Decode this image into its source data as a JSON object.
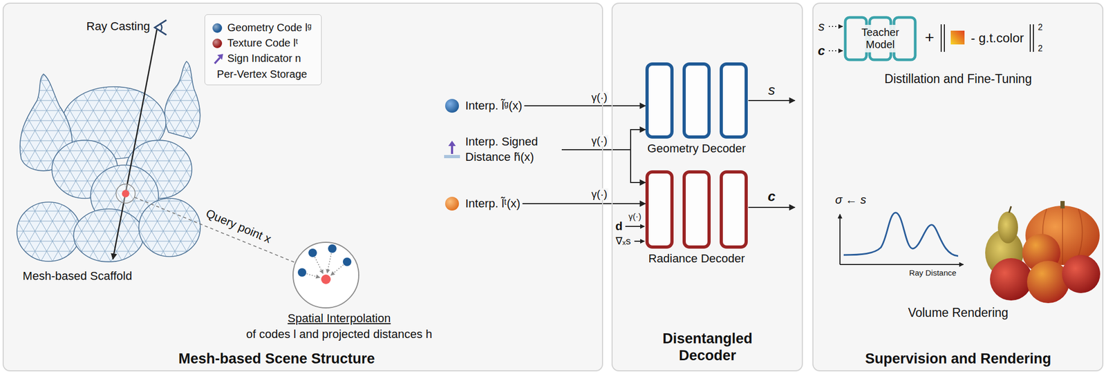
{
  "diagram": {
    "nodes": [
      {
        "text": [
          "Mesh-based Scene Structure"
        ]
      },
      {
        "text": [
          "Per-Vertex Storage"
        ],
        "in": 0
      },
      {
        "text": [
          "Interp. l̃ᵍ(x)"
        ],
        "in": 0
      },
      {
        "text": [
          "Interp. Signed Distance h̃(x)"
        ],
        "in": 0
      },
      {
        "text": [
          "Interp. l̃ᵗ(x)"
        ],
        "in": 0
      },
      {
        "text": [
          "Disentangled Decoder"
        ]
      },
      {
        "text": [
          "Geometry Decoder"
        ],
        "in": 5
      },
      {
        "text": [
          "Radiance Decoder"
        ],
        "in": 5
      },
      {
        "text": [
          "Supervision and Rendering"
        ]
      },
      {
        "text": [
          "Teacher Model"
        ],
        "in": 8
      }
    ],
    "edges": [
      {
        "from": 2,
        "to": 6,
        "label": "γ(·)",
        "arrow": "to"
      },
      {
        "from": 3,
        "to": 6,
        "label": "γ(·)",
        "arrow": "to"
      },
      {
        "from": 3,
        "to": 7,
        "arrow": "to"
      },
      {
        "from": 4,
        "to": 7,
        "label": "γ(·)",
        "arrow": "to"
      }
    ],
    "labels": [
      "Ray Casting",
      "Mesh-based Scaffold",
      "Query point x",
      "Spatial Interpolation",
      "of codes l and projected distances h",
      "s",
      "c",
      "γ(·)",
      "d",
      "∇ₓs",
      "s",
      "c",
      "+",
      "- g.t.color",
      "2",
      "2",
      "Distillation and Fine-Tuning",
      "σ ← s",
      "Ray Distance",
      "Volume Rendering"
    ],
    "legend": [
      {
        "text": "Geometry Code lᵍ",
        "color": "#1f5a96"
      },
      {
        "text": "Texture Code lᵗ",
        "color": "#9a1f1f"
      },
      {
        "text": "Sign Indicator n"
      }
    ]
  }
}
